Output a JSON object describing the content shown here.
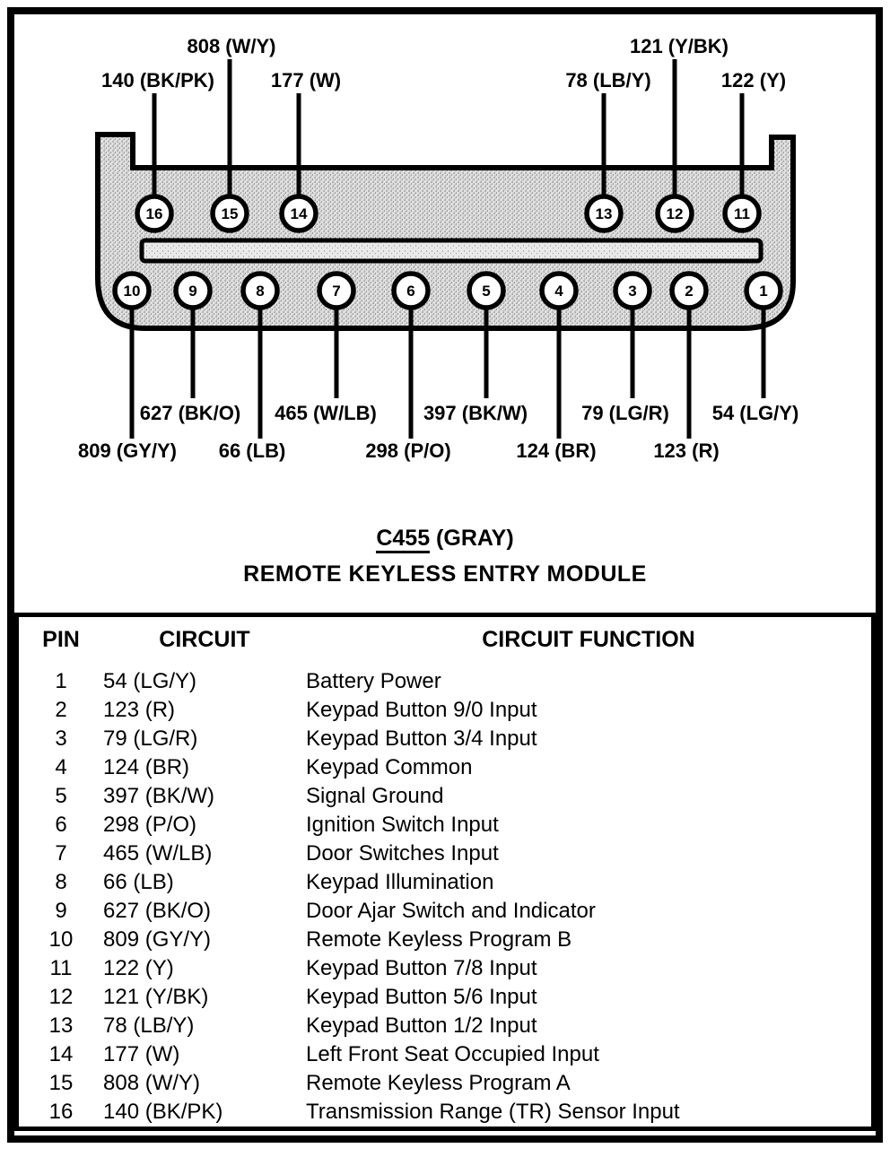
{
  "title": {
    "connector_id": "C455",
    "color_suffix": " (GRAY)",
    "module_name": "REMOTE KEYLESS ENTRY MODULE"
  },
  "diagram": {
    "connector_fill": "#e0e0e0",
    "line_color": "#000000",
    "top_labels": [
      "140 (BK/PK)",
      "808 (W/Y)",
      "177 (W)",
      "78 (LB/Y)",
      "121 (Y/BK)",
      "122 (Y)"
    ],
    "bottom_labels_row1": [
      "627 (BK/O)",
      "465 (W/LB)",
      "397 (BK/W)",
      "79 (LG/R)",
      "54 (LG/Y)"
    ],
    "bottom_labels_row2": [
      "809 (GY/Y)",
      "66 (LB)",
      "298 (P/O)",
      "124 (BR)",
      "123 (R)"
    ],
    "pins_top": [
      "16",
      "15",
      "14",
      "13",
      "12",
      "11"
    ],
    "pins_bottom": [
      "10",
      "9",
      "8",
      "7",
      "6",
      "5",
      "4",
      "3",
      "2",
      "1"
    ]
  },
  "table": {
    "headers": [
      "PIN",
      "CIRCUIT",
      "CIRCUIT FUNCTION"
    ],
    "rows": [
      {
        "pin": "1",
        "circuit": "54 (LG/Y)",
        "function": "Battery Power"
      },
      {
        "pin": "2",
        "circuit": "123 (R)",
        "function": "Keypad Button 9/0 Input"
      },
      {
        "pin": "3",
        "circuit": "79 (LG/R)",
        "function": "Keypad Button 3/4 Input"
      },
      {
        "pin": "4",
        "circuit": "124 (BR)",
        "function": "Keypad Common"
      },
      {
        "pin": "5",
        "circuit": "397 (BK/W)",
        "function": "Signal Ground"
      },
      {
        "pin": "6",
        "circuit": "298 (P/O)",
        "function": "Ignition Switch Input"
      },
      {
        "pin": "7",
        "circuit": "465 (W/LB)",
        "function": "Door Switches Input"
      },
      {
        "pin": "8",
        "circuit": "66 (LB)",
        "function": "Keypad Illumination"
      },
      {
        "pin": "9",
        "circuit": "627 (BK/O)",
        "function": "Door Ajar Switch and Indicator"
      },
      {
        "pin": "10",
        "circuit": "809 (GY/Y)",
        "function": "Remote Keyless Program B"
      },
      {
        "pin": "11",
        "circuit": "122 (Y)",
        "function": "Keypad Button 7/8 Input"
      },
      {
        "pin": "12",
        "circuit": "121 (Y/BK)",
        "function": "Keypad Button 5/6 Input"
      },
      {
        "pin": "13",
        "circuit": "78 (LB/Y)",
        "function": "Keypad Button 1/2 Input"
      },
      {
        "pin": "14",
        "circuit": "177 (W)",
        "function": "Left Front Seat Occupied Input"
      },
      {
        "pin": "15",
        "circuit": "808 (W/Y)",
        "function": "Remote Keyless Program A"
      },
      {
        "pin": "16",
        "circuit": "140 (BK/PK)",
        "function": "Transmission Range (TR) Sensor Input"
      }
    ]
  }
}
